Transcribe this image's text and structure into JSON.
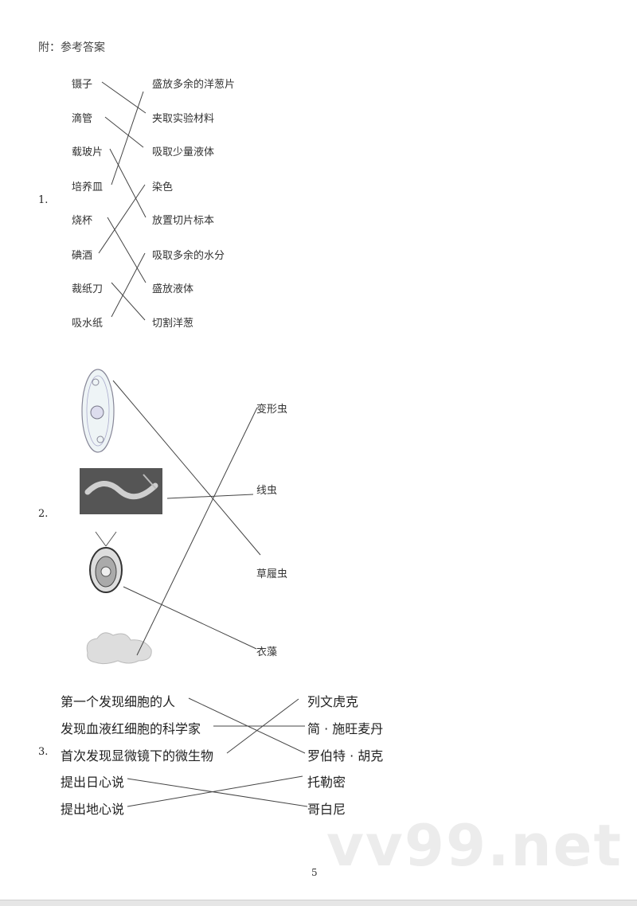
{
  "header": "附：参考答案",
  "q1": {
    "number": "1.",
    "left": [
      "镊子",
      "滴管",
      "载玻片",
      "培养皿",
      "烧杯",
      "碘酒",
      "裁纸刀",
      "吸水纸"
    ],
    "right": [
      "盛放多余的洋葱片",
      "夹取实验材料",
      "吸取少量液体",
      "染色",
      "放置切片标本",
      "吸取多余的水分",
      "盛放液体",
      "切割洋葱"
    ]
  },
  "q2": {
    "number": "2.",
    "pictures": [
      "paramecium-image",
      "nematode-image",
      "chlamydomonas-image",
      "amoeba-image"
    ],
    "right": [
      "变形虫",
      "线虫",
      "草履虫",
      "衣藻"
    ]
  },
  "q3": {
    "number": "3.",
    "left": [
      "第一个发现细胞的人",
      "发现血液红细胞的科学家",
      "首次发现显微镜下的微生物",
      "提出日心说",
      "提出地心说"
    ],
    "right": [
      "列文虎克",
      "简 · 施旺麦丹",
      "罗伯特 · 胡克",
      "托勒密",
      "哥白尼"
    ]
  },
  "watermark": "vv99.net",
  "page_number": "5"
}
